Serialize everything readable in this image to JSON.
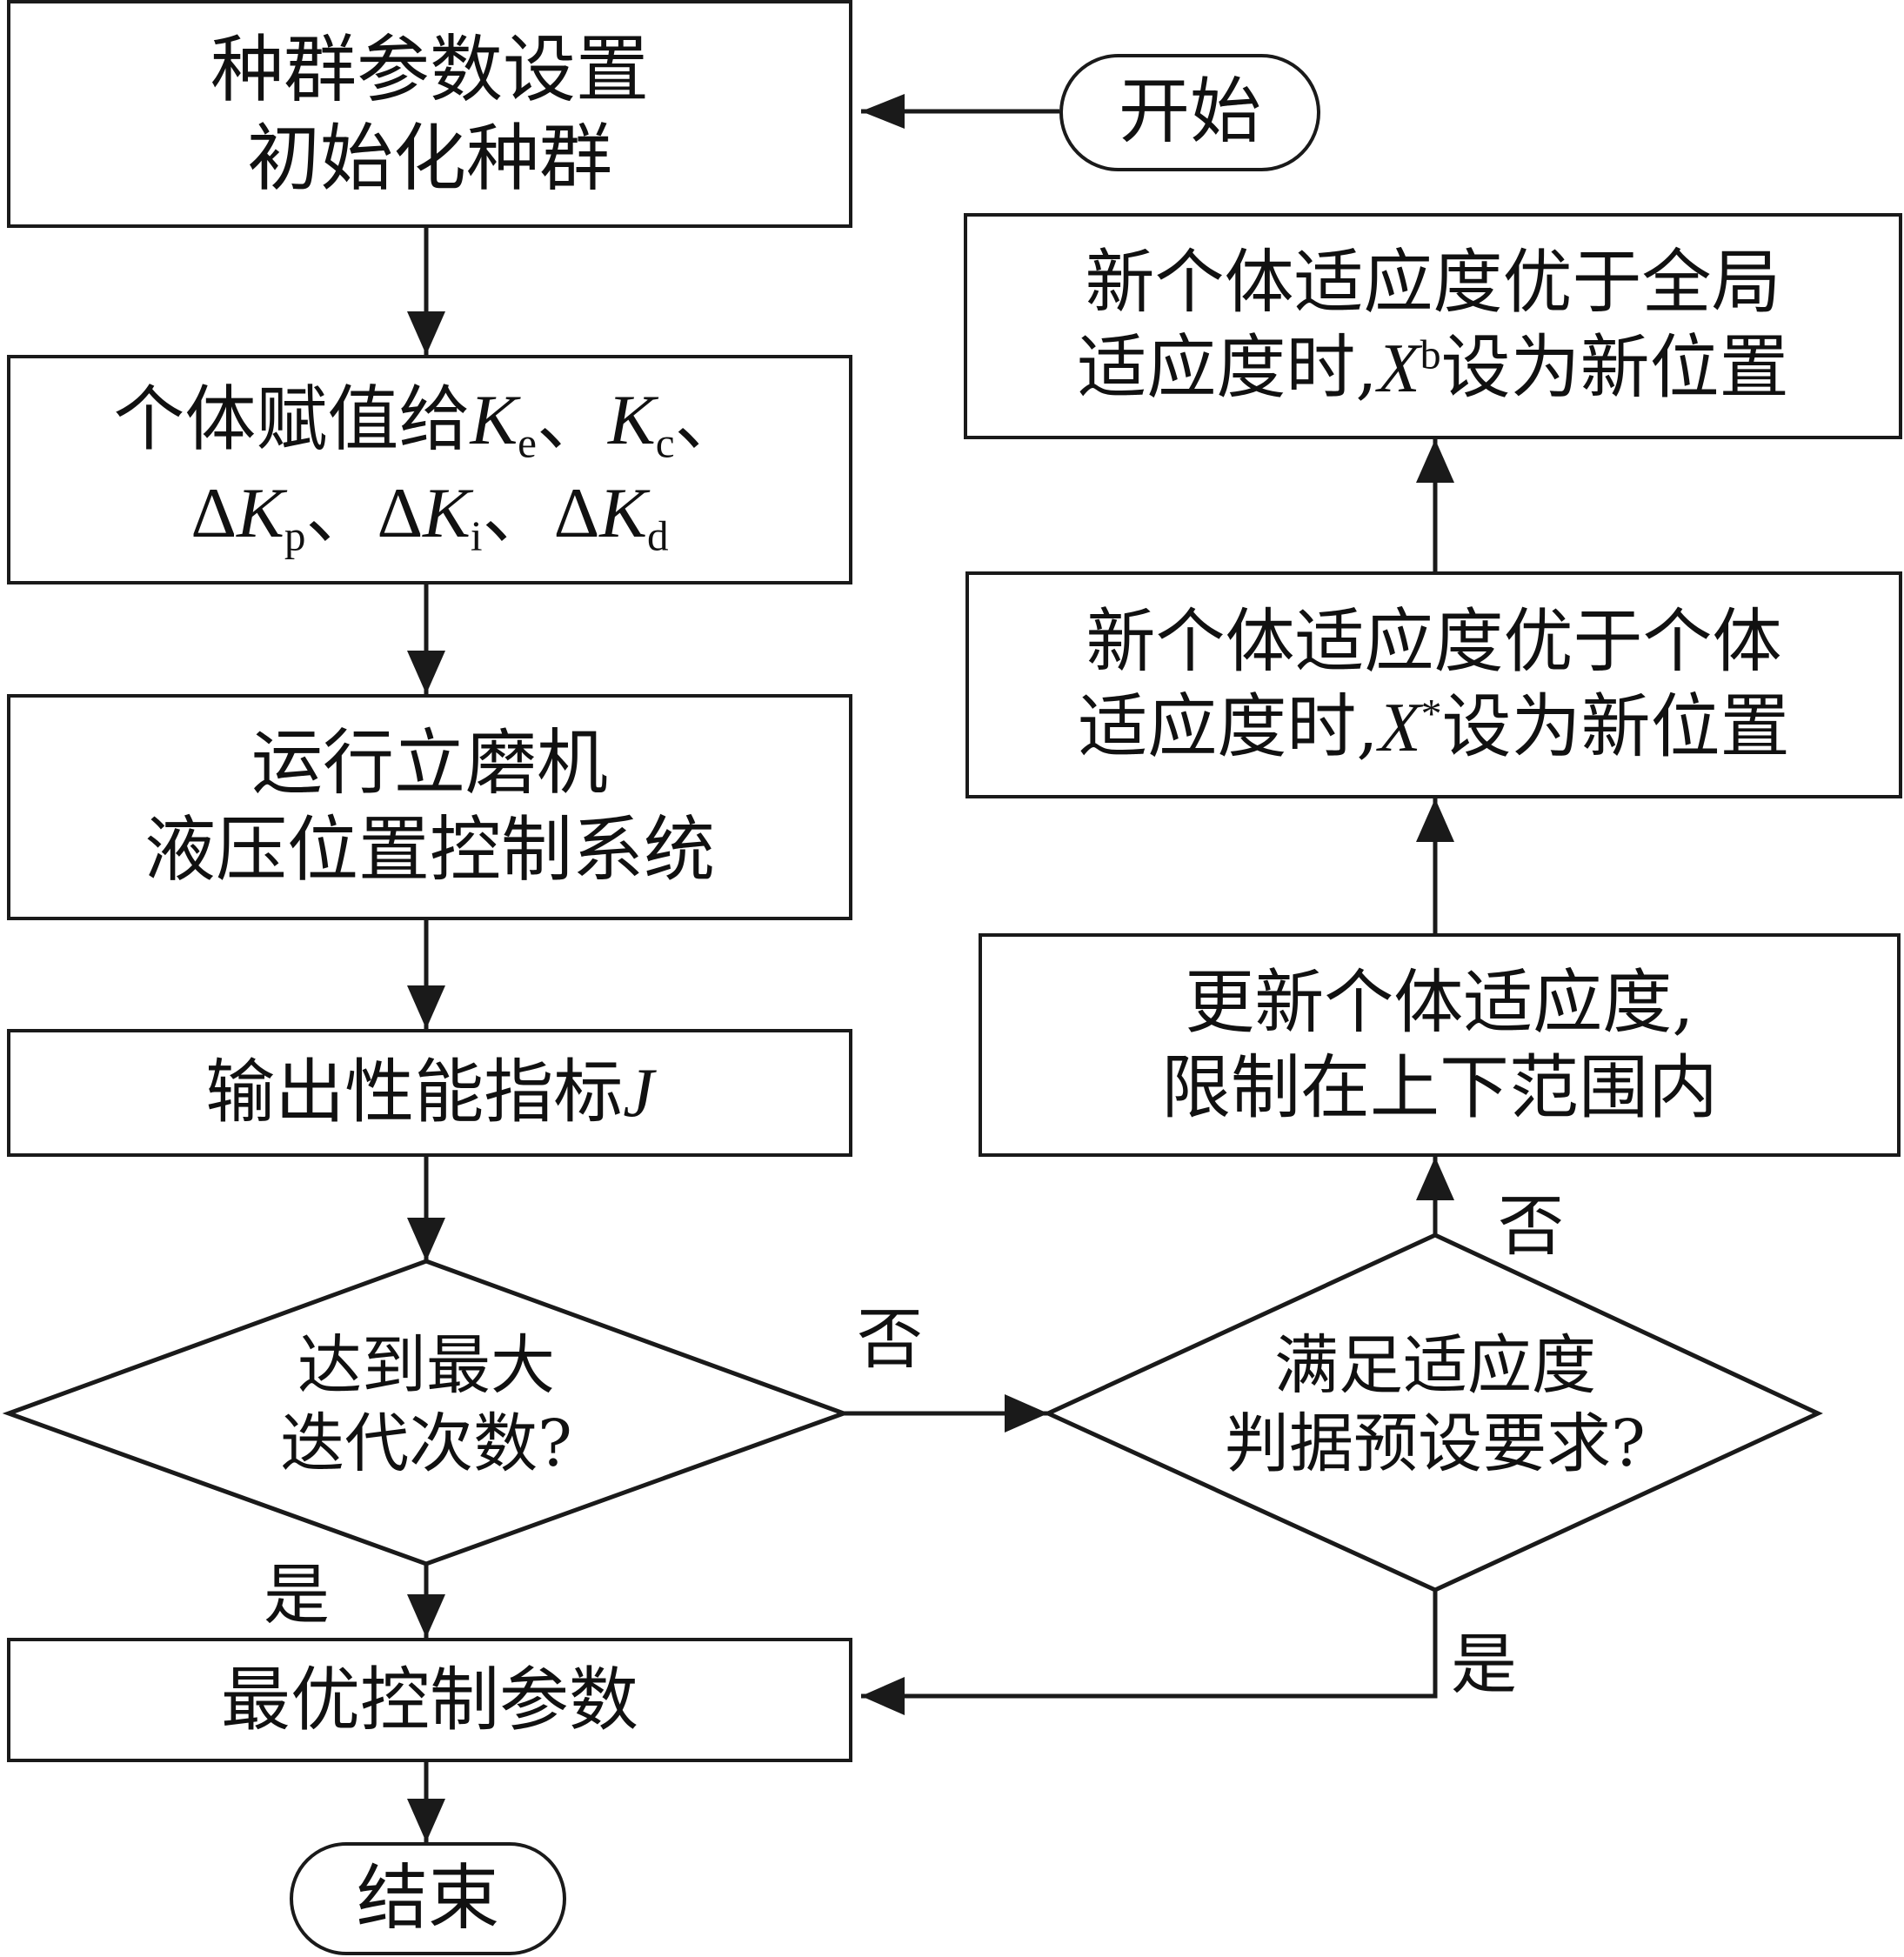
{
  "start": {
    "label": "开始"
  },
  "init": {
    "line1": "种群参数设置",
    "line2": "初始化种群"
  },
  "assign": {
    "prefix": "个体赋值给",
    "sep": "、",
    "params_line1": [
      {
        "sym": "K",
        "sub": "e"
      },
      {
        "sym": "K",
        "sub": "c"
      }
    ],
    "params_line2": [
      {
        "pre": "Δ",
        "sym": "K",
        "sub": "p"
      },
      {
        "pre": "Δ",
        "sym": "K",
        "sub": "i"
      },
      {
        "pre": "Δ",
        "sym": "K",
        "sub": "d"
      }
    ]
  },
  "run": {
    "line1": "运行立磨机",
    "line2": "液压位置控制系统"
  },
  "output": {
    "text": "输出性能指标",
    "var": "J"
  },
  "decision_iter": {
    "line1": "达到最大",
    "line2": "迭代次数?"
  },
  "decision_fit": {
    "line1": "满足适应度",
    "line2": "判据预设要求?"
  },
  "update": {
    "line1": "更新个体适应度,",
    "line2": "限制在上下范围内"
  },
  "personal_best": {
    "line1": "新个体适应度优于个体",
    "line2_pre": "适应度时,",
    "var": "X",
    "sup": "*",
    "line2_post": "设为新位置"
  },
  "global_best": {
    "line1": "新个体适应度优于全局",
    "line2_pre": "适应度时,",
    "var": "X",
    "sup": "b",
    "line2_post": "设为新位置"
  },
  "optimal": {
    "label": "最优控制参数"
  },
  "end": {
    "label": "结束"
  },
  "edge_labels": {
    "iter_no": "否",
    "iter_yes": "是",
    "fit_no": "否",
    "fit_yes": "是"
  }
}
